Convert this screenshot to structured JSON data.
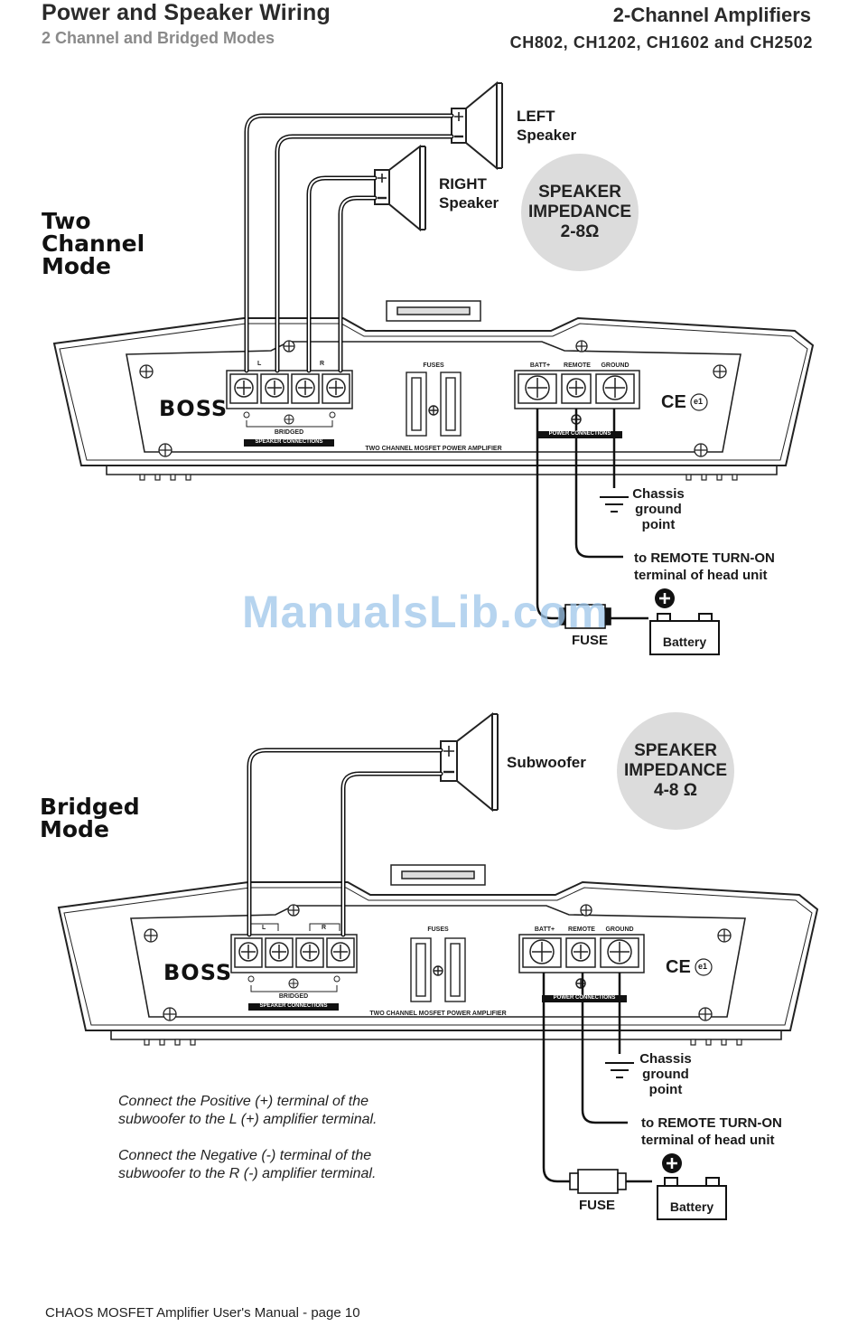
{
  "header": {
    "title": "Power and Speaker Wiring",
    "subtitle": "2 Channel and Bridged Modes",
    "right_title": "2-Channel Amplifiers",
    "right_models": "CH802, CH1202, CH1602 and CH2502"
  },
  "two_channel": {
    "mode_line1": "Two",
    "mode_line2": "Channel",
    "mode_line3": "Mode",
    "left_speaker_line1": "LEFT",
    "left_speaker_line2": "Speaker",
    "right_speaker_line1": "RIGHT",
    "right_speaker_line2": "Speaker",
    "impedance_line1": "SPEAKER",
    "impedance_line2": "IMPEDANCE",
    "impedance_line3": "2-8Ω",
    "ground_line1": "Chassis",
    "ground_line2": "ground",
    "ground_line3": "point",
    "remote_line1": "to REMOTE TURN-ON",
    "remote_line2": "terminal of head unit",
    "fuse": "FUSE",
    "battery": "Battery"
  },
  "bridged": {
    "mode_line1": "Bridged",
    "mode_line2": "Mode",
    "sub_label": "Subwoofer",
    "impedance_line1": "SPEAKER",
    "impedance_line2": "IMPEDANCE",
    "impedance_line3": "4-8 Ω",
    "ground_line1": "Chassis",
    "ground_line2": "ground",
    "ground_line3": "point",
    "remote_line1": "to REMOTE TURN-ON",
    "remote_line2": "terminal of head unit",
    "fuse": "FUSE",
    "battery": "Battery",
    "note1_line1": "Connect the Positive (+) terminal of the",
    "note1_line2": "subwoofer to the L (+) amplifier terminal.",
    "note2_line1": "Connect the Negative (-) terminal of the",
    "note2_line2": "subwoofer to the R (-) amplifier terminal."
  },
  "amplifier": {
    "brand": "BOSS",
    "model_text": "TWO CHANNEL MOSFET POWER AMPLIFIER",
    "speaker_connections": "SPEAKER CONNECTIONS",
    "bridged": "BRIDGED",
    "power_connections": "POWER CONNECTIONS",
    "fuses": "FUSES",
    "batt": "BATT+",
    "remote": "REMOTE",
    "ground": "GROUND",
    "l": "L",
    "r": "R",
    "ce": "CE",
    "e1": "e1"
  },
  "watermark": "ManualsLib.com",
  "footer": "CHAOS MOSFET Amplifier User's Manual - page 10"
}
